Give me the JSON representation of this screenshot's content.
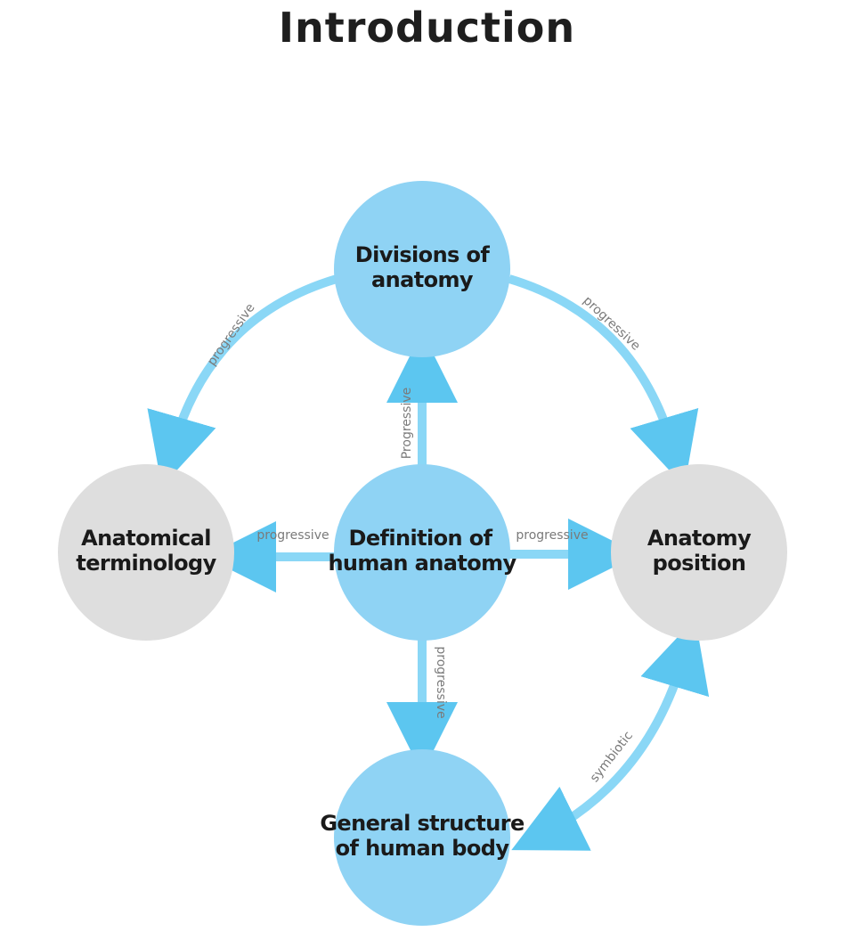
{
  "title": "Introduction",
  "colors": {
    "blue_node": "#8fd3f4",
    "gray_node": "#dedede",
    "arrow": "#5cc6f0",
    "label_text": "#7a7a7a",
    "node_text": "#1a1a1a"
  },
  "nodes": {
    "divisions": {
      "line1": "Divisions of",
      "line2": "anatomy"
    },
    "definition": {
      "line1": "Definition of",
      "line2": "human anatomy"
    },
    "terminology": {
      "line1": "Anatomical",
      "line2": "terminology"
    },
    "position": {
      "line1": "Anatomy",
      "line2": "position"
    },
    "structure": {
      "line1": "General structure",
      "line2": "of human body"
    }
  },
  "edges": {
    "divisions_to_terminology": "progressive",
    "divisions_to_position": "progressive",
    "definition_to_divisions": "Progressive",
    "definition_to_terminology": "progressive",
    "definition_to_position": "progressive",
    "definition_to_structure": "progressive",
    "structure_position": "symbiotic"
  }
}
